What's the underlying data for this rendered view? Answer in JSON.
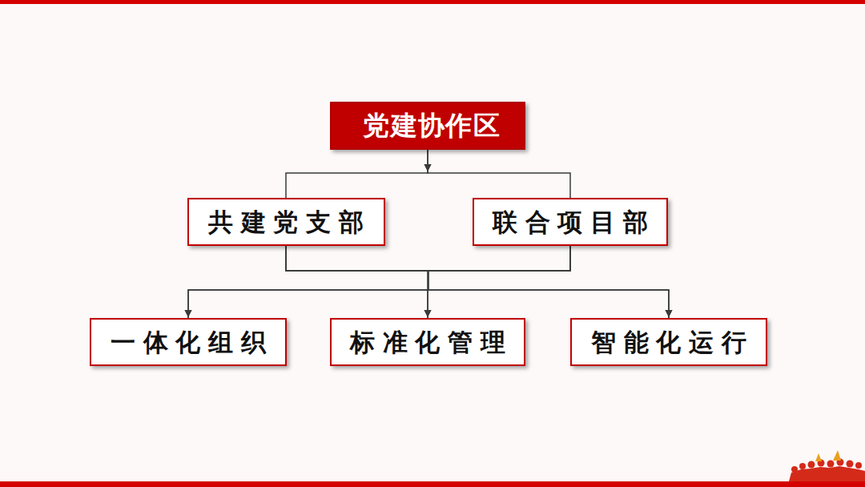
{
  "diagram": {
    "nodes": [
      {
        "text": [
          "党建协作区"
        ]
      },
      {
        "text": [
          "共建党支部"
        ]
      },
      {
        "text": [
          "联合项目部"
        ]
      },
      {
        "text": [
          "一体化组织"
        ]
      },
      {
        "text": [
          "标准化管理"
        ]
      },
      {
        "text": [
          "智能化运行"
        ]
      }
    ],
    "edges": [
      {
        "from": 0,
        "to": 1,
        "arrow": "to"
      },
      {
        "from": 0,
        "to": 2,
        "arrow": "to"
      },
      {
        "from": 1,
        "to": 3,
        "arrow": "to"
      },
      {
        "from": 1,
        "to": 4,
        "arrow": "to"
      },
      {
        "from": 1,
        "to": 5,
        "arrow": "to"
      },
      {
        "from": 2,
        "to": 3,
        "arrow": "to"
      },
      {
        "from": 2,
        "to": 4,
        "arrow": "to"
      },
      {
        "from": 2,
        "to": 5,
        "arrow": "to"
      }
    ]
  }
}
